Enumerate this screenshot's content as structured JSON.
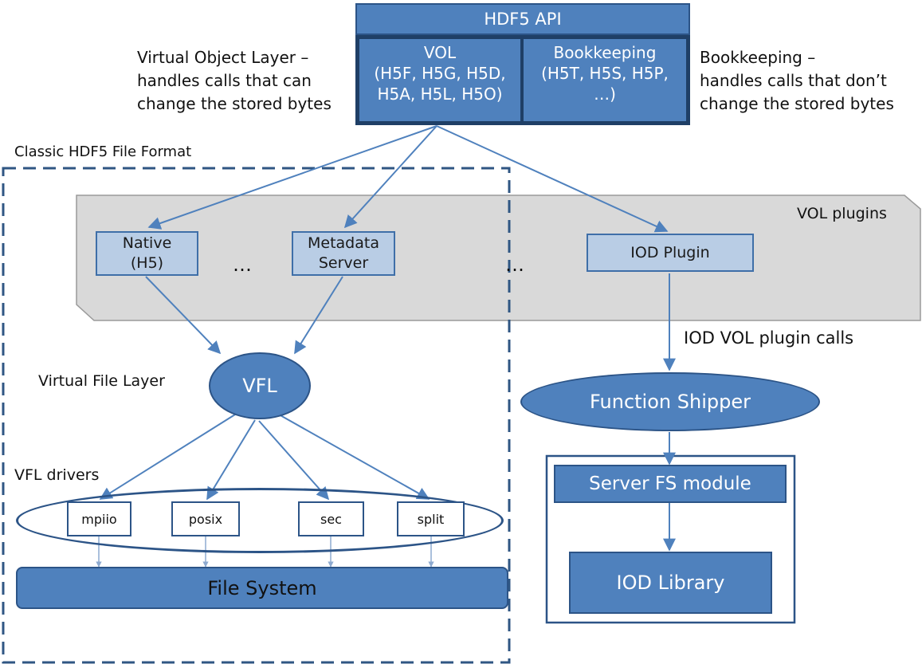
{
  "api": {
    "title": "HDF5 API"
  },
  "vol": {
    "title": "VOL",
    "details": [
      "(H5F, H5G, H5D,",
      "H5A, H5L, H5O)"
    ]
  },
  "bookkeeping": {
    "title": "Bookkeeping",
    "details": [
      "(H5T, H5S, H5P,",
      "…)"
    ]
  },
  "annotations": {
    "vol_desc": [
      "Virtual Object Layer –",
      "handles calls that can",
      "change the stored bytes"
    ],
    "bk_desc": [
      "Bookkeeping –",
      "handles calls that don’t",
      "change the stored bytes"
    ],
    "classic_format": "Classic HDF5 File Format",
    "vol_plugins": "VOL plugins",
    "iod_calls": "IOD VOL plugin calls",
    "vfl_layer": "Virtual File Layer",
    "vfl_drivers": "VFL drivers"
  },
  "plugins": {
    "native": [
      "Native",
      "(H5)"
    ],
    "metadata": [
      "Metadata",
      "Server"
    ],
    "iod": "IOD Plugin",
    "ellipsis_1": "…",
    "ellipsis_2": "…"
  },
  "vfl": {
    "label": "VFL"
  },
  "drivers": [
    "mpiio",
    "posix",
    "sec",
    "split"
  ],
  "file_system": "File System",
  "iod_stack": {
    "function_shipper": "Function Shipper",
    "server_fs": "Server FS module",
    "iod_library": "IOD Library"
  },
  "colors": {
    "primary": "#4f81bd",
    "light": "#b9cde5",
    "border": "#2c5487",
    "plugin_bg": "#d9d9d9"
  }
}
